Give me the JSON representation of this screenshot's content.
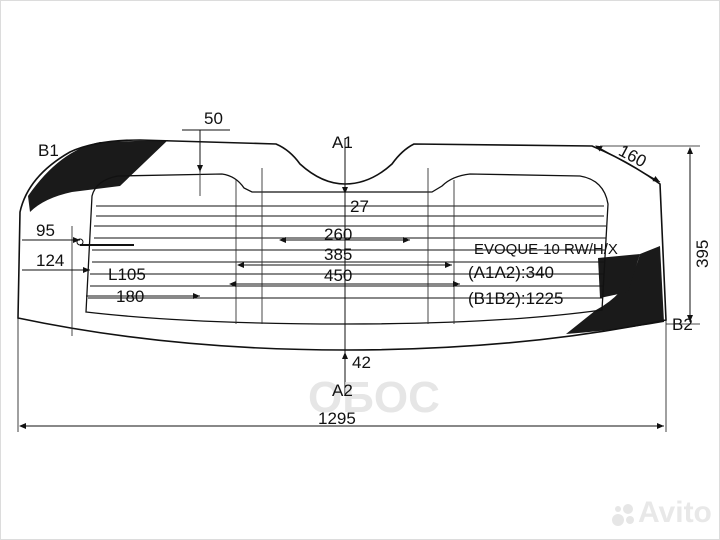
{
  "labels": {
    "b1": "B1",
    "a1": "A1",
    "d50": "50",
    "d160": "160",
    "d27": "27",
    "d95": "95",
    "d260": "260",
    "d385": "385",
    "d124": "124",
    "d450": "450",
    "l105": "L105",
    "d180": "180",
    "d395": "395",
    "b2": "B2",
    "d42": "42",
    "a2": "A2",
    "d1295": "1295",
    "model": "EVOQUE-10 RW/H/X",
    "a1a2": "(A1A2):340",
    "b1b2": "(B1B2):1225"
  },
  "watermarks": {
    "oboc": "ОБОС",
    "avito": "Avito"
  },
  "colors": {
    "line": "#111111",
    "fill": "#1a1a1a",
    "watermark": "#e6e6e6"
  }
}
